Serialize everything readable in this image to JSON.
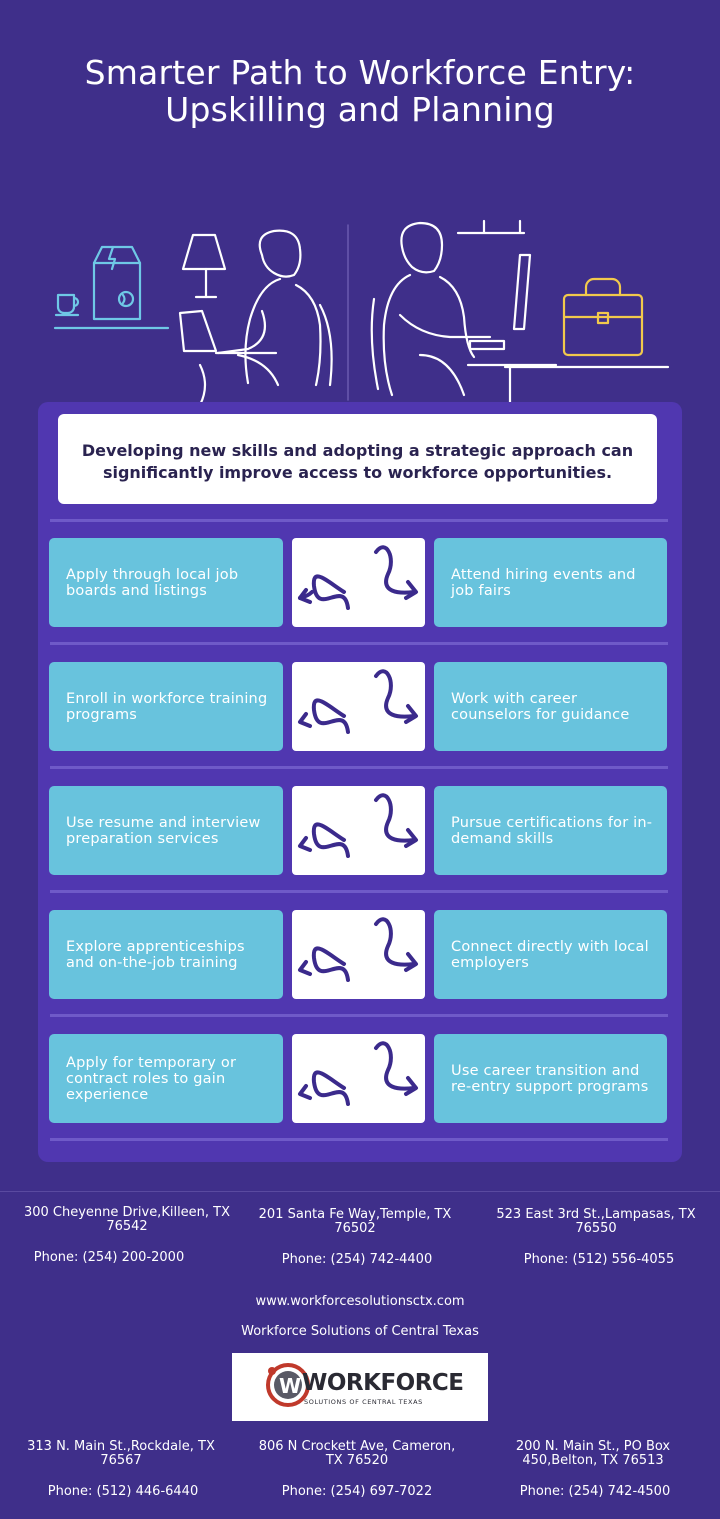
{
  "header": {
    "title_line1": "Smarter Path to Workforce Entry:",
    "title_line2": "Upskilling and Planning"
  },
  "intro": {
    "line1": "Developing new skills and adopting a strategic approach can",
    "line2": "significantly improve access to workforce opportunities."
  },
  "rows": [
    {
      "left": "Apply through local job boards and listings",
      "right": "Attend hiring events and job fairs"
    },
    {
      "left": "Enroll in workforce training programs",
      "right": "Work with career counselors for guidance"
    },
    {
      "left": "Use resume and interview preparation services",
      "right": "Pursue certifications for in-demand skills"
    },
    {
      "left": "Explore apprenticeships and on-the-job training",
      "right": "Connect directly with local employers"
    },
    {
      "left": "Apply for temporary or contract roles to gain experience",
      "right": "Use career transition and re-entry support programs"
    }
  ],
  "offices": [
    {
      "address": "300 Cheyenne Drive,Killeen, TX 76542",
      "phone": "Phone: (254) 200-2000"
    },
    {
      "address": "201 Santa Fe Way,Temple, TX 76502",
      "phone": "Phone: (254) 742-4400"
    },
    {
      "address": "523 East 3rd St.,Lampasas, TX 76550",
      "phone": "Phone: (512) 556-4055"
    },
    {
      "address": "313 N. Main St.,Rockdale, TX 76567",
      "phone": "Phone: (512) 446-6440"
    },
    {
      "address": "806 N Crockett Ave, Cameron, TX 76520",
      "phone": "Phone: (254) 697-7022"
    },
    {
      "address": "200 N. Main St., PO Box 450,Belton, TX 76513",
      "phone": "Phone: (254) 742-4500"
    }
  ],
  "website": "www.workforcesolutionsctx.com",
  "org_name": "Workforce Solutions of Central Texas",
  "logo": {
    "word": "WORKFORCE",
    "sub": "SOLUTIONS OF CENTRAL TEXAS"
  },
  "colors": {
    "background": "#3f2f8a",
    "panel": "#5037b0",
    "card": "#68c3dd",
    "arrow": "#3b2a8c",
    "accent_yellow": "#f2c94c"
  }
}
